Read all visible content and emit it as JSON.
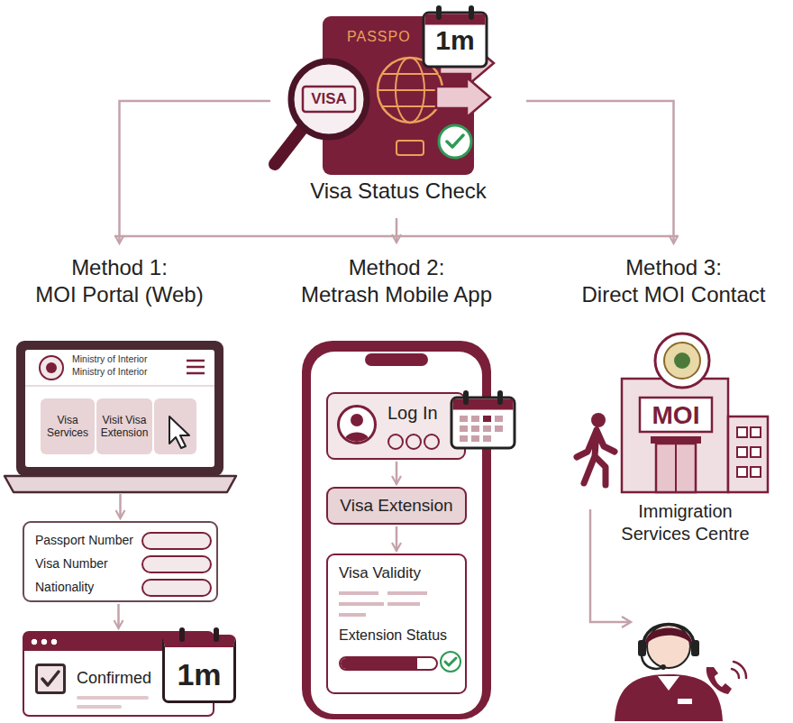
{
  "diagram": {
    "title": "Visa Status Check",
    "nodes": [
      {
        "text": [
          "Visa Status Check"
        ]
      },
      {
        "text": [
          "Method 1:",
          "MOI Portal (Web)"
        ]
      },
      {
        "text": [
          "Method 2:",
          "Metrash Mobile App"
        ]
      },
      {
        "text": [
          "Method 3:",
          "Direct MOI Contact"
        ]
      },
      {
        "text": [
          "Ministry of Interior",
          "Ministry of Interior"
        ]
      },
      {
        "text": [
          "Visa Services"
        ],
        "in": 4
      },
      {
        "text": [
          "Visit Visa Extension"
        ],
        "in": 4
      },
      {
        "text": [
          "Passport Number",
          "Visa Number",
          "Nationality"
        ]
      },
      {
        "text": [
          "Confirmed"
        ]
      },
      {
        "text": [
          "1m"
        ]
      },
      {
        "text": [
          "Log In"
        ]
      },
      {
        "text": [
          "Visa Extension"
        ]
      },
      {
        "text": [
          "Visa Validity",
          "Extension Status"
        ]
      },
      {
        "text": [
          "MOI",
          "Immigration Services Centre"
        ]
      }
    ],
    "edges": [
      {
        "from": 0,
        "to": 1,
        "arrow": "to"
      },
      {
        "from": 0,
        "to": 2,
        "arrow": "to"
      },
      {
        "from": 0,
        "to": 3,
        "arrow": "to"
      },
      {
        "from": 4,
        "to": 7,
        "arrow": "to"
      },
      {
        "from": 7,
        "to": 8,
        "arrow": "to"
      },
      {
        "from": 10,
        "to": 11,
        "arrow": "to"
      },
      {
        "from": 11,
        "to": 12,
        "arrow": "to"
      }
    ],
    "labels": [
      "PASSPO",
      "VISA",
      "1m"
    ]
  }
}
